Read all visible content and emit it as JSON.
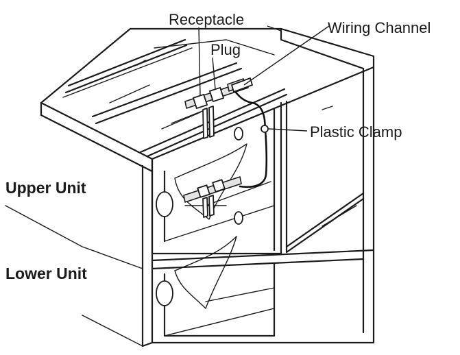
{
  "labels": {
    "receptacle": "Receptacle",
    "plug": "Plug",
    "wiring_channel": "Wiring Channel",
    "plastic_clamp": "Plastic Clamp",
    "upper_unit": "Upper Unit",
    "lower_unit": "Lower Unit"
  }
}
